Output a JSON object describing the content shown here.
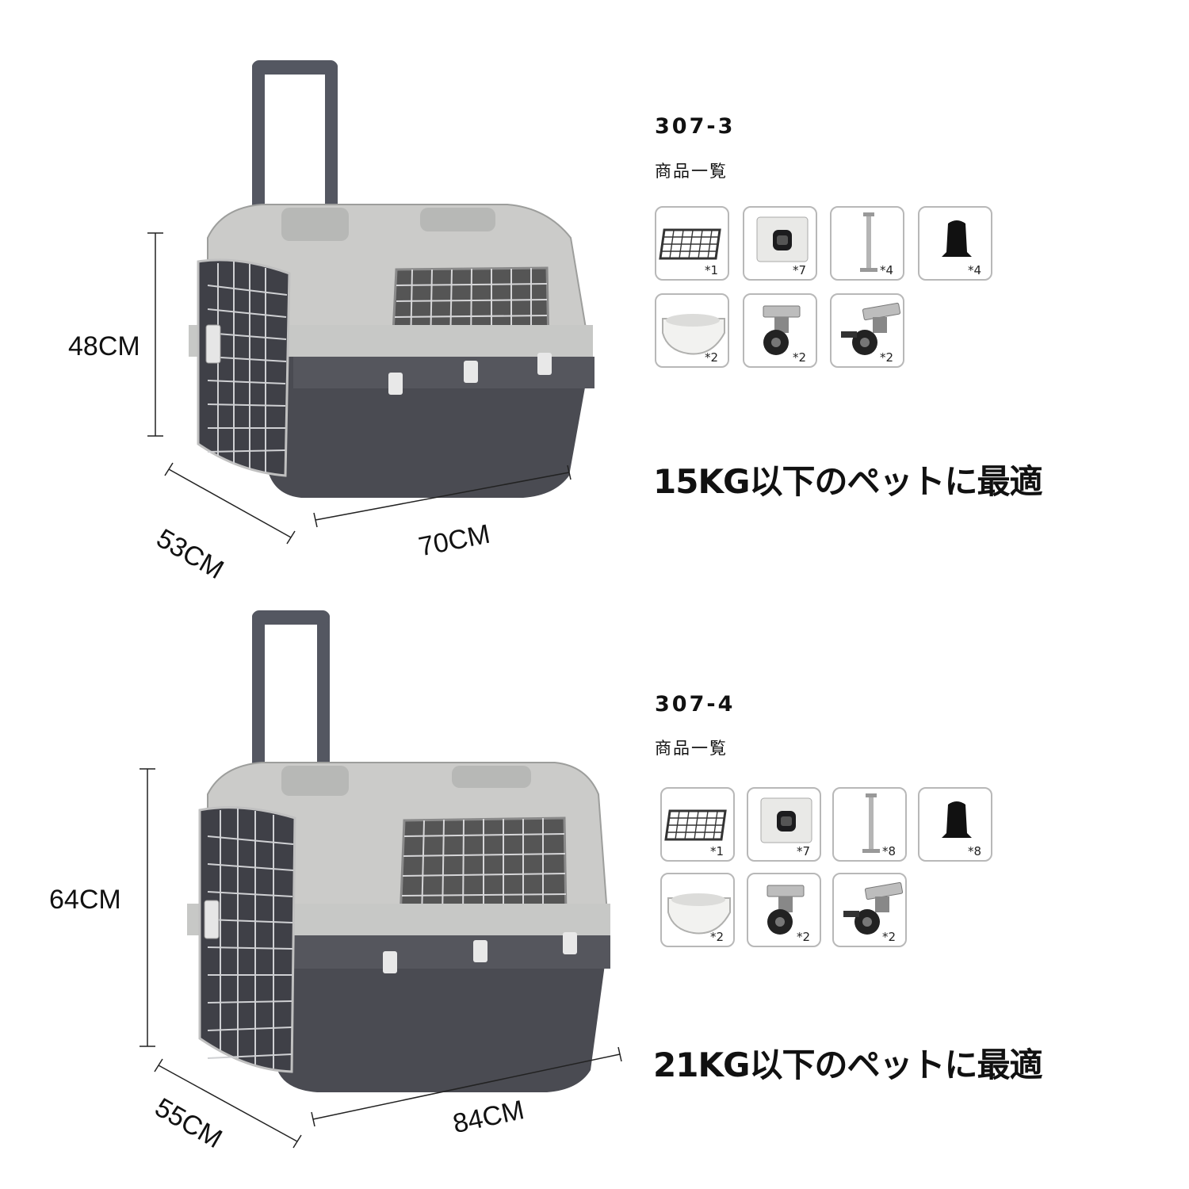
{
  "products": [
    {
      "model": "307-3",
      "list_label": "商品一覧",
      "weight_text": "15KG以下のペットに最適",
      "dimensions": {
        "height": "48CM",
        "depth": "53CM",
        "width": "70CM"
      },
      "items": [
        {
          "icon": "tray-grid-icon",
          "qty": "*1"
        },
        {
          "icon": "latch-plate-icon",
          "qty": "*7"
        },
        {
          "icon": "bolt-icon",
          "qty": "*4"
        },
        {
          "icon": "rubber-foot-icon",
          "qty": "*4"
        },
        {
          "icon": "bowl-icon",
          "qty": "*2"
        },
        {
          "icon": "caster-wheel-icon",
          "qty": "*2"
        },
        {
          "icon": "brake-caster-icon",
          "qty": "*2"
        }
      ]
    },
    {
      "model": "307-4",
      "list_label": "商品一覧",
      "weight_text": "21KG以下のペットに最適",
      "dimensions": {
        "height": "64CM",
        "depth": "55CM",
        "width": "84CM"
      },
      "items": [
        {
          "icon": "tray-grid-icon",
          "qty": "*1"
        },
        {
          "icon": "latch-plate-icon",
          "qty": "*7"
        },
        {
          "icon": "bolt-icon",
          "qty": "*8"
        },
        {
          "icon": "rubber-foot-icon",
          "qty": "*8"
        },
        {
          "icon": "bowl-icon",
          "qty": "*2"
        },
        {
          "icon": "caster-wheel-icon",
          "qty": "*2"
        },
        {
          "icon": "brake-caster-icon",
          "qty": "*2"
        }
      ]
    }
  ],
  "colors": {
    "shell_top": "#c9cac8",
    "shell_bottom": "#4a4b52",
    "handle": "#545761",
    "grid": "#c2c4c8"
  }
}
